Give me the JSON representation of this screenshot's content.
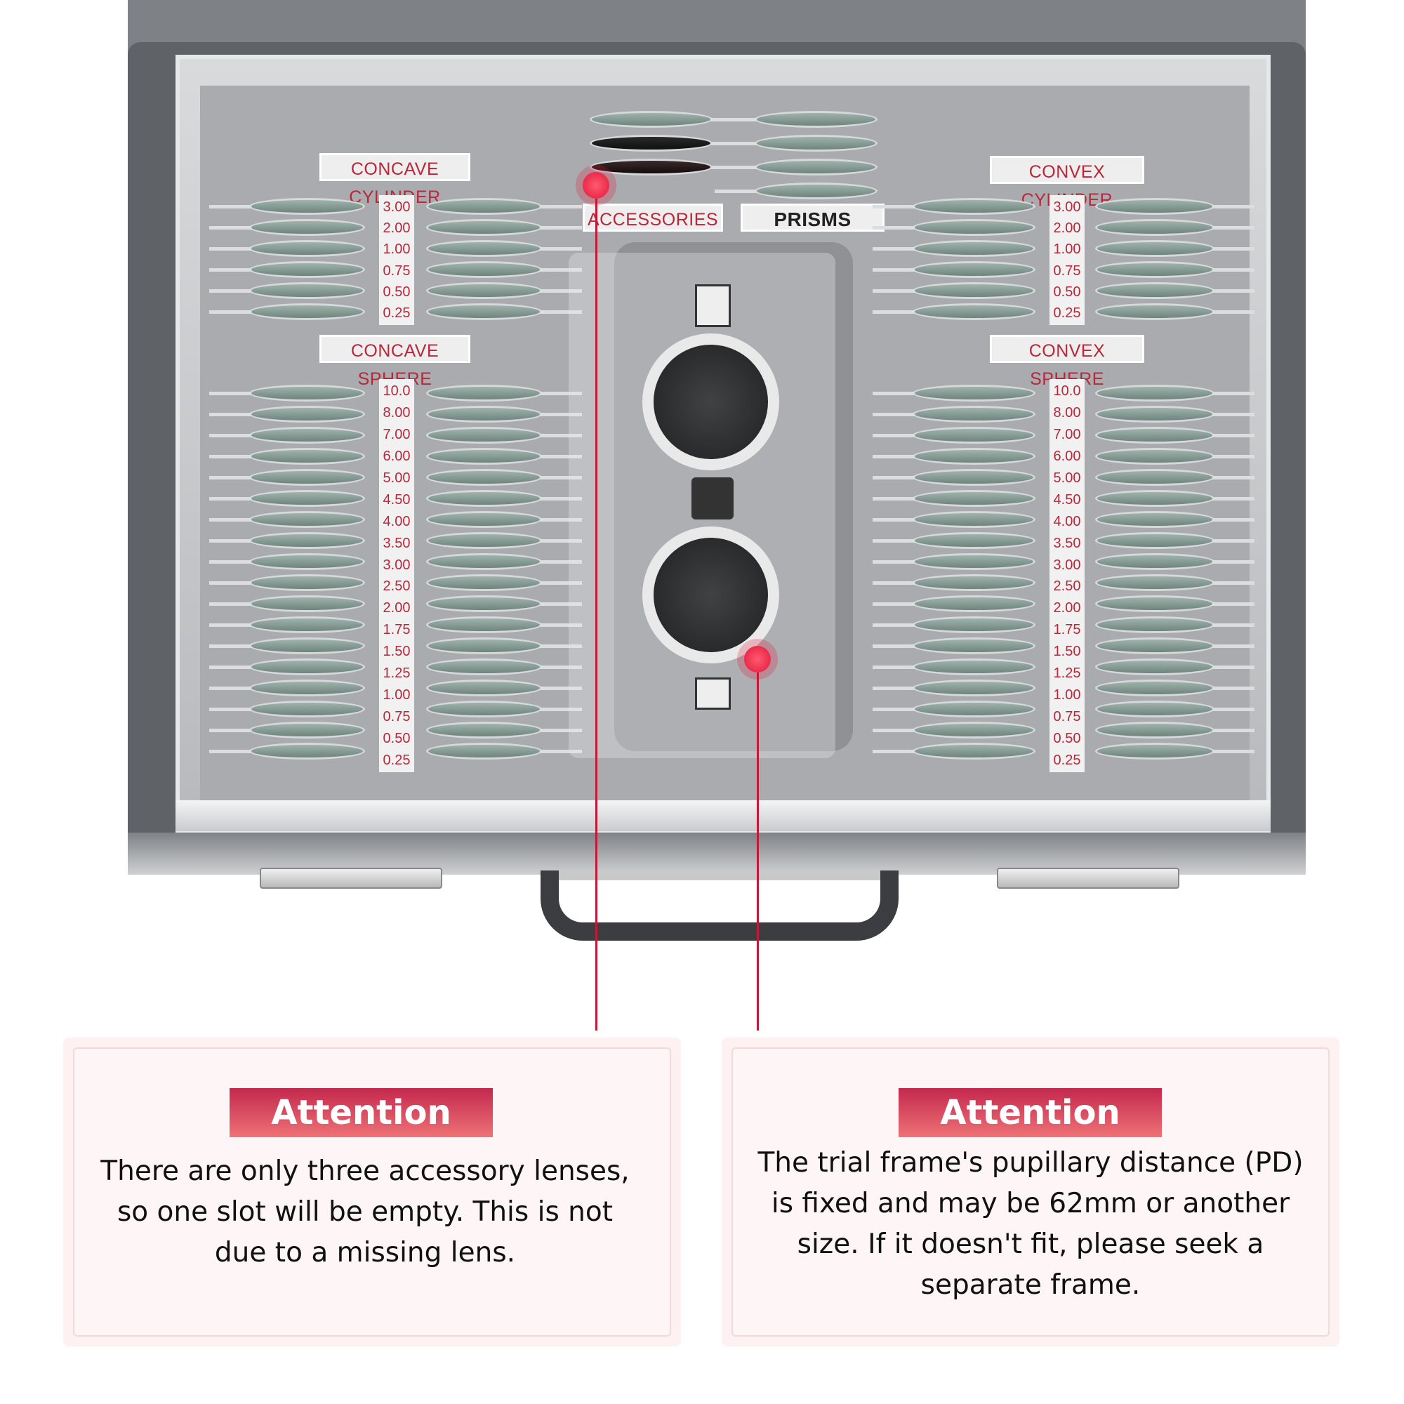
{
  "tray": {
    "concave_cylinder": {
      "label": "CONCAVE CYLINDER",
      "values": [
        "3.00",
        "2.00",
        "1.00",
        "0.75",
        "0.50",
        "0.25"
      ]
    },
    "concave_sphere": {
      "label": "CONCAVE SPHERE",
      "values": [
        "10.0",
        "8.00",
        "7.00",
        "6.00",
        "5.00",
        "4.50",
        "4.00",
        "3.50",
        "3.00",
        "2.50",
        "2.00",
        "1.75",
        "1.50",
        "1.25",
        "1.00",
        "0.75",
        "0.50",
        "0.25"
      ]
    },
    "convex_cylinder": {
      "label": "CONVEX CYLINDER",
      "values": [
        "3.00",
        "2.00",
        "1.00",
        "0.75",
        "0.50",
        "0.25"
      ]
    },
    "convex_sphere": {
      "label": "CONVEX SPHERE",
      "values": [
        "10.0",
        "8.00",
        "7.00",
        "6.00",
        "5.00",
        "4.50",
        "4.00",
        "3.50",
        "3.00",
        "2.50",
        "2.00",
        "1.75",
        "1.50",
        "1.25",
        "1.00",
        "0.75",
        "0.50",
        "0.25"
      ]
    },
    "accessories": {
      "label": "ACCESSORIES"
    },
    "prisms": {
      "label": "PRISMS"
    }
  },
  "notes": [
    {
      "badge": "Attention",
      "text": "There are only three accessory lenses, so one slot will be empty. This is not due to a missing lens."
    },
    {
      "badge": "Attention",
      "text": "The trial frame's pupillary distance (PD) is fixed and may be 62mm or another size. If it doesn't fit, please seek a separate frame."
    }
  ],
  "colors": {
    "label_red": "#b8273a",
    "marker_red": "#e3163a",
    "badge_top": "#c4284d",
    "badge_bottom": "#ee7276",
    "card_bg": "#fdf1f2"
  }
}
